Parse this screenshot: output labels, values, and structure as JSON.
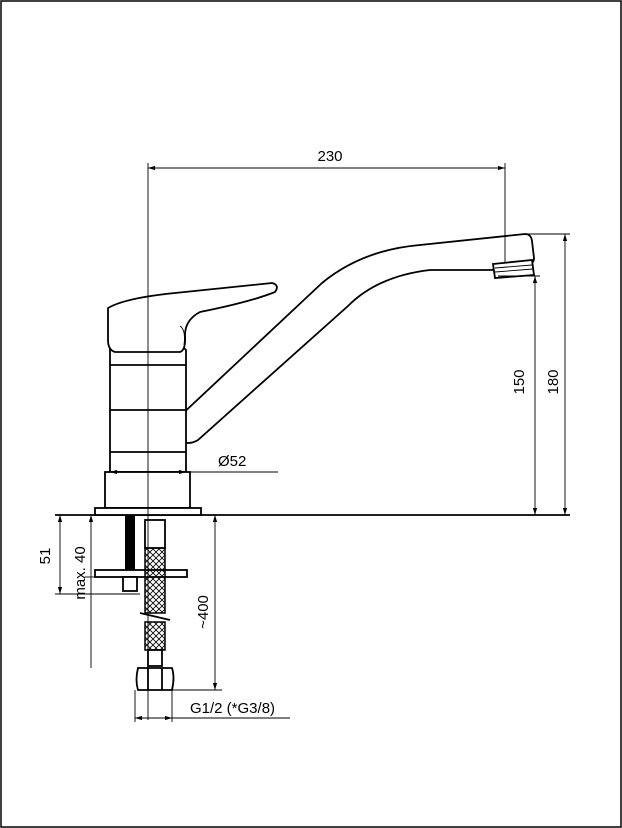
{
  "dimensions": {
    "width_top": "230",
    "height_spout": "150",
    "height_total": "180",
    "diameter_base": "Ø52",
    "hose_length": "~400",
    "mount_depth": "51",
    "max_counter": "max. 40",
    "thread": "G1/2 (*G3/8)"
  }
}
